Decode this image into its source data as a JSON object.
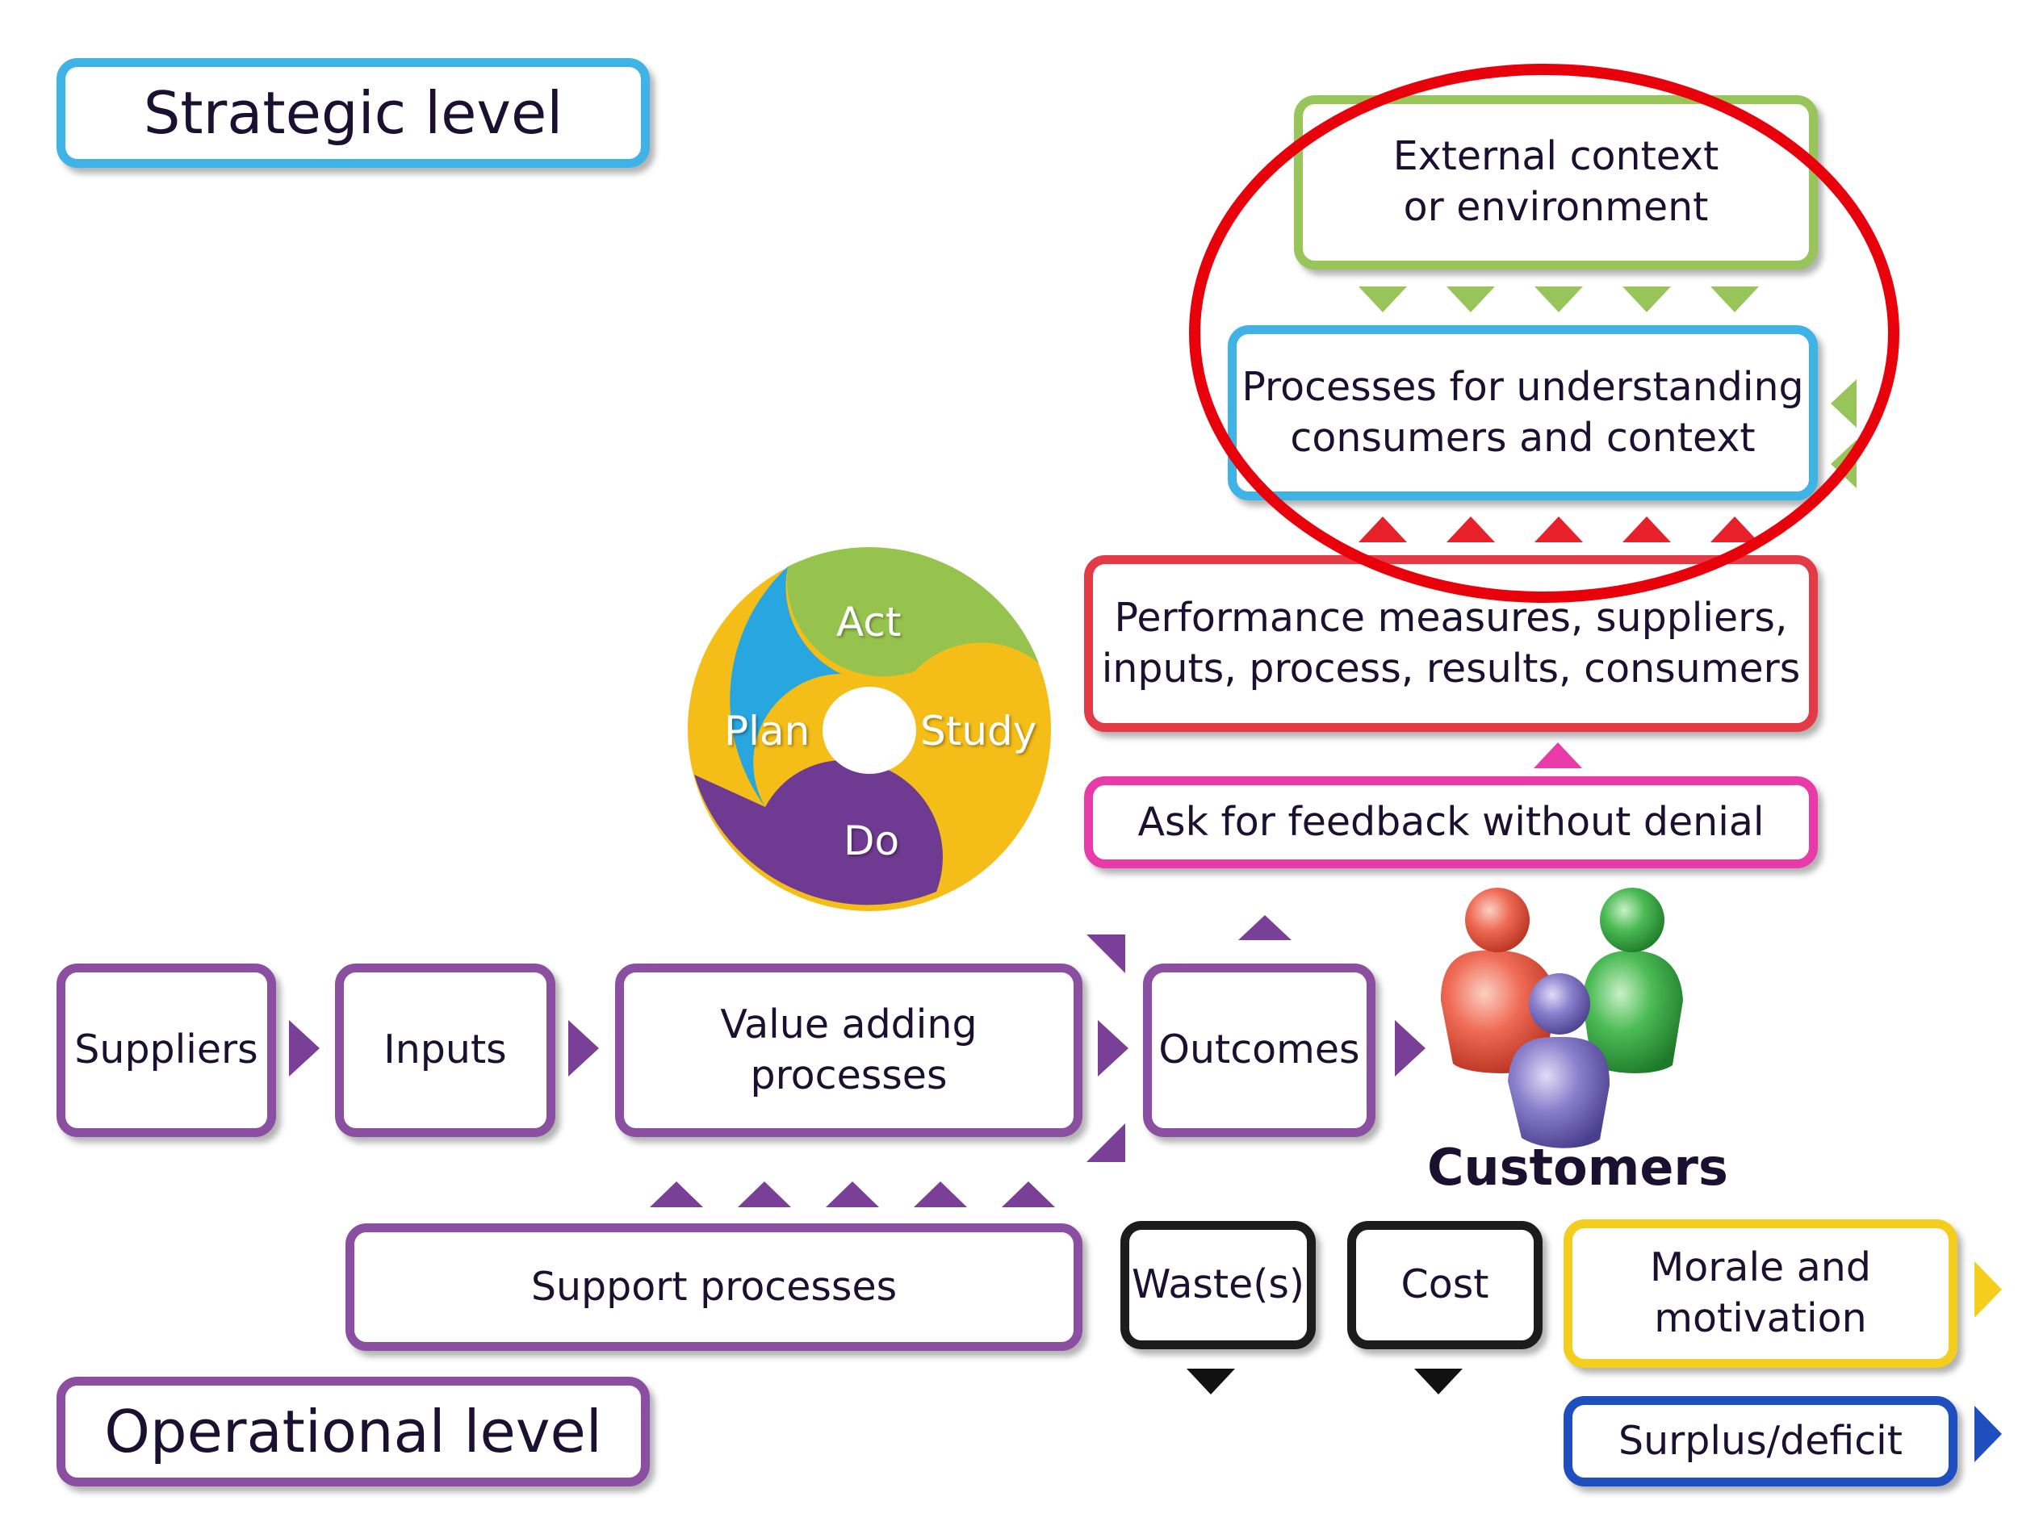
{
  "levels": {
    "strategic": "Strategic level",
    "operational": "Operational level"
  },
  "strategic": {
    "external_context": [
      "External context",
      "or environment"
    ],
    "understanding": [
      "Processes for understanding",
      "consumers and context"
    ],
    "performance": [
      "Performance measures, suppliers,",
      "inputs, process, results, consumers"
    ],
    "feedback": "Ask for feedback without denial"
  },
  "pdsa": {
    "act": "Act",
    "plan": "Plan",
    "study": "Study",
    "do": "Do"
  },
  "flow": {
    "suppliers": "Suppliers",
    "inputs": "Inputs",
    "value_adding": [
      "Value adding",
      "processes"
    ],
    "outcomes": "Outcomes",
    "customers": "Customers",
    "support": "Support processes"
  },
  "outputs": {
    "wastes": "Waste(s)",
    "cost": "Cost",
    "morale": [
      "Morale and",
      "motivation"
    ],
    "surplus": "Surplus/deficit"
  },
  "colors": {
    "purple": "#8a4fa0",
    "green": "#98c55a",
    "blue": "#3fb3e6",
    "red": "#e33a46",
    "pink": "#e83aa8",
    "yellow": "#f5cd1c",
    "navy": "#1f4fbf",
    "highlight": "#e8000b"
  },
  "icons": [
    "customers-people-icon",
    "pdsa-cycle-icon",
    "arrow-icon"
  ]
}
